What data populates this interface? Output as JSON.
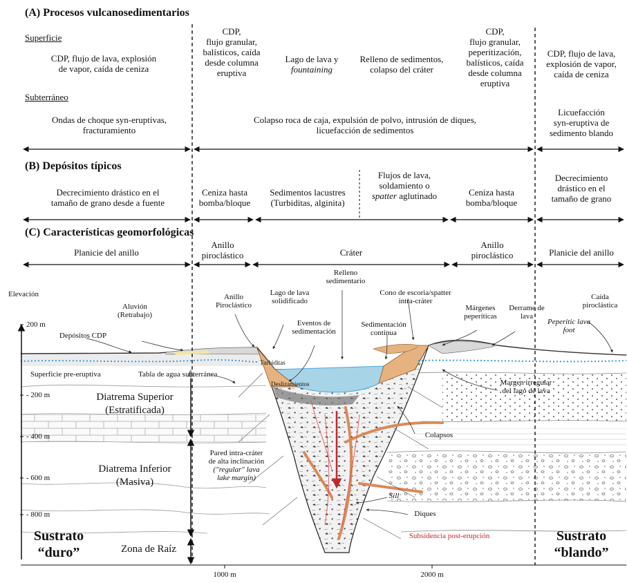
{
  "sectionA": {
    "title": "(A) Procesos vulcanosedimentarios",
    "surface_label": "Superficie",
    "subsurface_label": "Subterráneo",
    "surface": {
      "left": [
        "CDP, flujo de lava, explosión",
        "de vapor, caída de ceniza"
      ],
      "ring_left": [
        "CDP,",
        "flujo granular,",
        "balísticos, caída",
        "desde columna",
        "eruptiva"
      ],
      "lake": [
        "Lago de lava y",
        "fountaining"
      ],
      "fill": [
        "Relleno de sedimentos,",
        "colapso del cráter"
      ],
      "ring_right": [
        "CDP,",
        "flujo granular,",
        "peperitización,",
        "balísticos, caída",
        "desde columna",
        "eruptiva"
      ],
      "right": [
        "CDP, flujo de lava,",
        "explosión de vapor,",
        "caída de ceniza"
      ]
    },
    "subsurface": {
      "left": [
        "Ondas de choque syn-eruptivas,",
        "fracturamiento"
      ],
      "center": [
        "Colapso roca de caja, expulsión de polvo, intrusión de diques,",
        "licuefacción de sedimentos"
      ],
      "right": [
        "Licuefacción",
        "syn-eruptiva de",
        "sedimento blando"
      ]
    }
  },
  "sectionB": {
    "title": "(B) Depósitos típicos",
    "left": [
      "Decrecimiento drástico en el",
      "tamaño de grano desde a fuente"
    ],
    "ash_left": [
      "Ceniza hasta",
      "bomba/bloque"
    ],
    "lacustrine": [
      "Sedimentos lacustres",
      "(Turbiditas, alginita)"
    ],
    "lava": [
      "Flujos de lava,",
      "soldamiento o",
      "spatter",
      "aglutinado"
    ],
    "ash_right": [
      "Ceniza hasta",
      "bomba/bloque"
    ],
    "right": [
      "Decrecimiento",
      "drástico en el",
      "tamaño de grano"
    ]
  },
  "sectionC": {
    "title": "(C) Características geomorfológicas",
    "plain_left": "Planicie del anillo",
    "ring_left": [
      "Anillo",
      "piroclástico"
    ],
    "crater": "Cráter",
    "ring_right": [
      "Anillo",
      "piroclástico"
    ],
    "plain_right": "Planicie del anillo"
  },
  "cross_section": {
    "elevation_label": "Elevación",
    "depth_ticks": [
      "200 m",
      "- 200 m",
      "- 400 m",
      "- 600 m",
      "- 800 m"
    ],
    "x_ticks": [
      "1000 m",
      "2000 m"
    ],
    "labels": {
      "aluvion": [
        "Aluvión",
        "(Retrabajo)"
      ],
      "cdp": "Depósitos CDP",
      "anillo": [
        "Anillo",
        "Piroclástico"
      ],
      "lago_solid": [
        "Lago de lava",
        "solidificado"
      ],
      "relleno": [
        "Relleno",
        "sedimentario"
      ],
      "eventos": [
        "Eventos de",
        "sedimentación"
      ],
      "cono": [
        "Cono de escoria/spatter",
        "intra-cráter"
      ],
      "sedim_cont": [
        "Sedimentación",
        "continua"
      ],
      "margenes": [
        "Márgenes",
        "peperíticas"
      ],
      "derrame": [
        "Derrame de",
        "lava"
      ],
      "caida": [
        "Caída",
        "piroclástica"
      ],
      "peperitic": [
        "Peperitic lava",
        "foot"
      ],
      "superficie": "Superficie pre-eruptiva",
      "tabla": "Tabla de agua subterránea",
      "turbiditas": "Turbiditas",
      "deslizamientos": "Deslizamientos",
      "margen_irregular": [
        "Margen irregular",
        "del lago de lava"
      ],
      "diatrema_sup": [
        "Diatrema Superior",
        "(Estratificada)"
      ],
      "colapsos": "Colapsos",
      "pared": [
        "Pared intra-cráter",
        "de alta inclinación",
        "(\"regular\" lava",
        "lake margin)"
      ],
      "diatrema_inf": [
        "Diatrema Inferior",
        "(Masiva)"
      ],
      "sill": "Sill",
      "diques": "Diques",
      "subsidencia": "Subsidencia post-erupción",
      "sustrato_duro": [
        "Sustrato",
        "“duro”"
      ],
      "zona_raiz": "Zona de Raíz",
      "sustrato_blando": [
        "Sustrato",
        "“blando”"
      ]
    },
    "colors": {
      "water": "#a8d4e8",
      "water_line": "#3a9ad9",
      "lava_flow": "#e6b380",
      "dike": "#d98a5a",
      "subsidence_arrow": "#c0282d",
      "lake_margin": "#4aa8d8"
    }
  }
}
